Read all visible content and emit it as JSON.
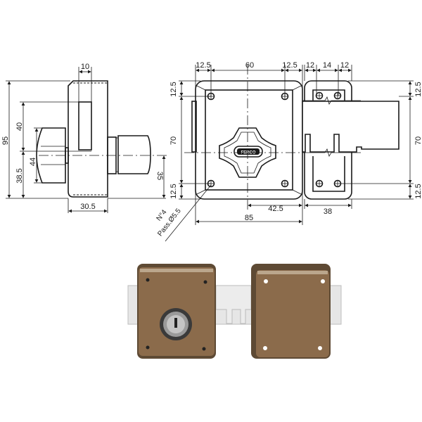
{
  "side_view": {
    "dim_top": "10",
    "dim_total_height": "95",
    "dim_upper": "40",
    "dim_lower": "38.5",
    "dim_knob": "44",
    "dim_cylinder": "35",
    "dim_depth": "30.5"
  },
  "front_view": {
    "dim_top_left": "12.5",
    "dim_top_mid": "60",
    "dim_top_right": "12.5",
    "dim_left_top": "12.5",
    "dim_left_mid": "70",
    "dim_left_bottom": "12.5",
    "dim_half": "42.5",
    "dim_width": "85",
    "screw_label": "N°4",
    "screw_pass": "Pass.Ø5.5",
    "knob_brand": "FERCO"
  },
  "keeper_view": {
    "dim_a": "12",
    "dim_b": "14",
    "dim_c": "12",
    "dim_right_top": "12.5",
    "dim_right_mid": "70",
    "dim_right_bottom": "12.5",
    "dim_width": "38"
  },
  "colors": {
    "body": "#8a6a4a",
    "steel": "#e4e4e4",
    "line": "#1a1a1a"
  }
}
